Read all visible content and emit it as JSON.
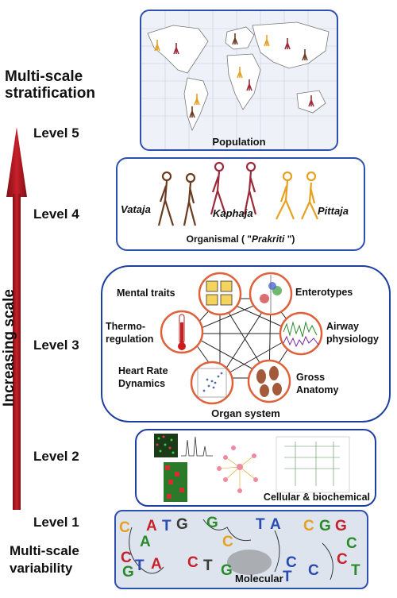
{
  "header": {
    "title_line1": "Multi-scale",
    "title_line2": "stratification"
  },
  "footer": {
    "title_line1": "Multi-scale",
    "title_line2": "variability"
  },
  "axis": {
    "label": "Increasing scale",
    "arrow_color": "#b3131b"
  },
  "levels": [
    "Level 5",
    "Level 4",
    "Level 3",
    "Level 2",
    "Level 1"
  ],
  "panels": {
    "population": {
      "caption": "Population"
    },
    "organismal": {
      "caption_prefix": "Organismal ( \"",
      "caption_italic": "Prakriti",
      "caption_suffix": " \")",
      "doshas": [
        {
          "name": "Vataja",
          "color": "#6b3a1f"
        },
        {
          "name": "Kaphaja",
          "color": "#9b2a3a"
        },
        {
          "name": "Pittaja",
          "color": "#e8a020"
        }
      ]
    },
    "organ": {
      "caption": "Organ system",
      "nodes": [
        "Mental traits",
        "Enterotypes",
        "Thermo-",
        "regulation",
        "Airway",
        "physiology",
        "Heart Rate",
        "Dynamics",
        "Gross",
        "Anatomy"
      ]
    },
    "cellular": {
      "caption": "Cellular & biochemical"
    },
    "molecular": {
      "caption": "Molecular",
      "letters": [
        "C",
        "A",
        "T",
        "G",
        "G",
        "T",
        "A",
        "C",
        "G",
        "G",
        "A",
        "C",
        "G",
        "T",
        "A",
        "C",
        "C",
        "T",
        "G",
        "C",
        "T",
        "C",
        "C",
        "C",
        "T"
      ]
    }
  },
  "colors": {
    "panel_border": "#2f4fb0",
    "node_border": "#e0603a",
    "organ_panel_border": "#1f3f9f"
  }
}
